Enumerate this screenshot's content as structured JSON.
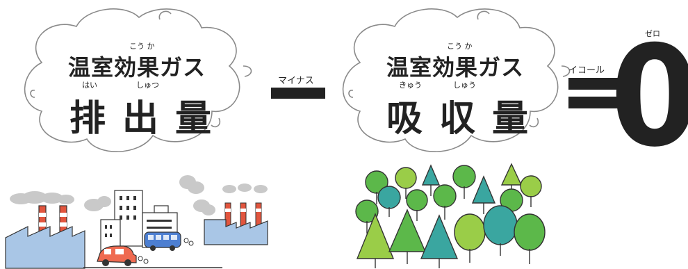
{
  "equation": {
    "left": {
      "title_ruby": "こう か",
      "title": "温室効果ガス",
      "term_ruby": [
        "はい",
        "しゅつ"
      ],
      "term": [
        "排",
        "出",
        "量"
      ]
    },
    "minus_label": "マイナス",
    "right": {
      "title_ruby": "こう か",
      "title": "温室効果ガス",
      "term_ruby": [
        "きゅう",
        "しゅう"
      ],
      "term": [
        "吸",
        "収",
        "量"
      ]
    },
    "equals_label": "イコール",
    "zero_ruby": "ゼロ",
    "zero": "0"
  },
  "illustrations": {
    "left": "factory-city-icon",
    "right": "forest-icon"
  },
  "colors": {
    "text": "#222222",
    "cloud_stroke": "#888888",
    "smoke": "#c8c8c8",
    "factory_blue": "#a9c6e6",
    "chimney_red": "#e2553e",
    "car_red": "#ef6a50",
    "bus_blue": "#4d7fd1",
    "tree_green": "#5cb84a",
    "tree_teal": "#3aa6a0",
    "tree_lime": "#9acd48"
  }
}
